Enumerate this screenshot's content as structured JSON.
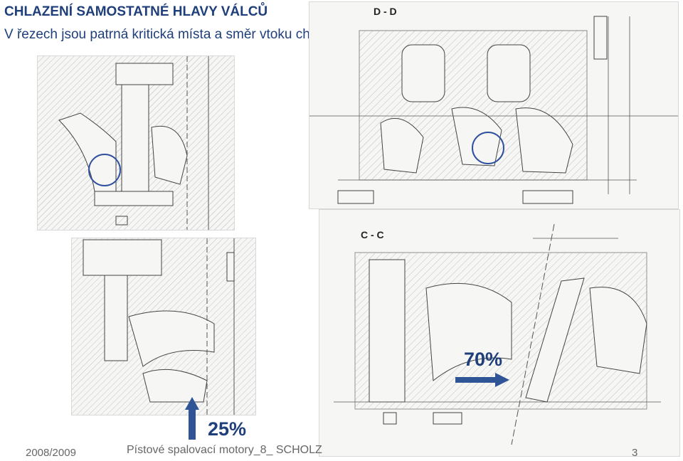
{
  "slide": {
    "title": "CHLAZENÍ  SAMOSTATNÉ HLAVY VÁLCŮ",
    "subtitle": "V řezech jsou patrná kritická místa  a směr vtoku chladiva"
  },
  "drawings": {
    "dd": {
      "label": "D - D"
    },
    "cc": {
      "label": "C - C"
    }
  },
  "annotations": {
    "pct_70": "70%",
    "pct_25": "25%"
  },
  "footer": {
    "year": "2008/2009",
    "course": "Pístové spalovací motory_8_ SCHOLZ",
    "page": "3"
  },
  "colors": {
    "accent": "#1f3f7a",
    "arrow": "#2f5597",
    "circle": "#2f4f9f"
  }
}
